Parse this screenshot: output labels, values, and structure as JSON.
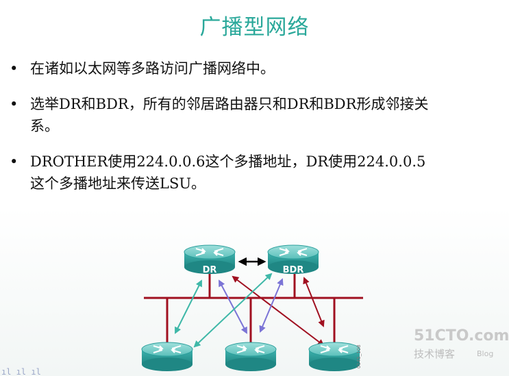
{
  "slide": {
    "title": "广播型网络",
    "bullet_glyph": "•",
    "bullets": [
      {
        "lines": [
          "在诸如以太网等多路访问广播网络中。"
        ]
      },
      {
        "lines": [
          "选举DR和BDR，所有的邻居路由器只和DR和BDR形成邻接关",
          "系。"
        ]
      },
      {
        "lines": [
          "DROTHER使用224.0.0.6这个多播地址，DR使用224.0.0.5",
          "这个多播地址来传送LSU。"
        ]
      }
    ]
  },
  "diagram": {
    "routers": [
      {
        "id": "dr",
        "label": "DR"
      },
      {
        "id": "bdr",
        "label": "BDR"
      },
      {
        "id": "r1",
        "label": ""
      },
      {
        "id": "r2",
        "label": ""
      },
      {
        "id": "r3",
        "label": ""
      }
    ],
    "figure_code": "0145_108",
    "colors": {
      "router_body": "#2a9e9b",
      "router_top": "#7fd0cc",
      "bus": "#a01020",
      "adjacency_green": "#3fb8a8",
      "adjacency_purple": "#7b74d6",
      "adjacency_red": "#a01020",
      "dr_bdr_link": "#000000"
    }
  },
  "watermark": {
    "logo": "51CTO.com",
    "site": "技术博客",
    "blog": "Blog"
  },
  "corner_marks": "ıl ıl ıl"
}
